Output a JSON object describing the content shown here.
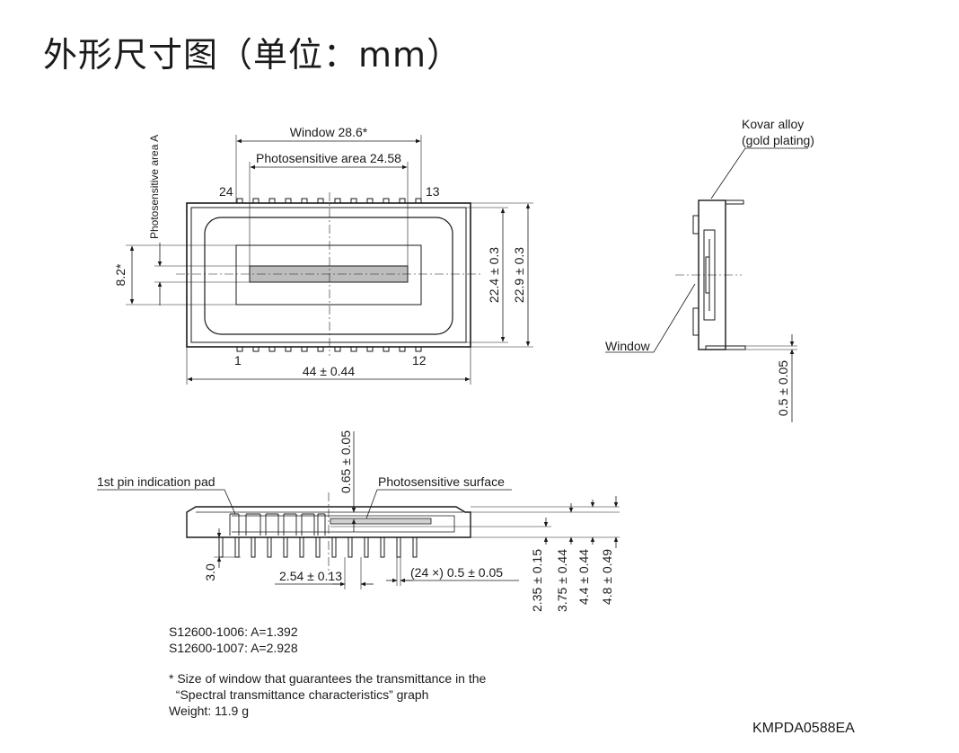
{
  "title": "外形尺寸图（单位：mm）",
  "top_view": {
    "window_label": "Window 28.6*",
    "photosensitive_label": "Photosensitive area 24.58",
    "photosensitive_area_a": "Photosensitive area A",
    "pin_24": "24",
    "pin_13": "13",
    "pin_1": "1",
    "pin_12": "12",
    "width_dim": "44 ± 0.44",
    "window_height_dim": "8.2*",
    "height_inner_dim": "22.4 ± 0.3",
    "height_outer_dim": "22.9 ± 0.3"
  },
  "side_view": {
    "material_line1": "Kovar alloy",
    "material_line2": "(gold plating)",
    "window_label": "Window",
    "lead_thickness": "0.5 ± 0.05"
  },
  "bottom_view": {
    "pin_pad_label": "1st pin indication pad",
    "surface_label": "Photosensitive surface",
    "surface_depth": "0.65 ± 0.05",
    "lead_length": "3.0",
    "pitch": "2.54 ± 0.13",
    "lead_width": "(24 ×) 0.5 ± 0.05",
    "dim_a": "2.35 ± 0.15",
    "dim_b": "3.75 ± 0.44",
    "dim_c": "4.4 ± 0.44",
    "dim_d": "4.8 ± 0.49"
  },
  "notes": {
    "model_1": "S12600-1006: A=1.392",
    "model_2": "S12600-1007: A=2.928",
    "footnote_line1": "* Size of window that guarantees the transmittance in the",
    "footnote_line2": "  “Spectral transmittance characteristics” graph",
    "weight": "Weight: 11.9 g"
  },
  "drawing_code": "KMPDA0588EA"
}
